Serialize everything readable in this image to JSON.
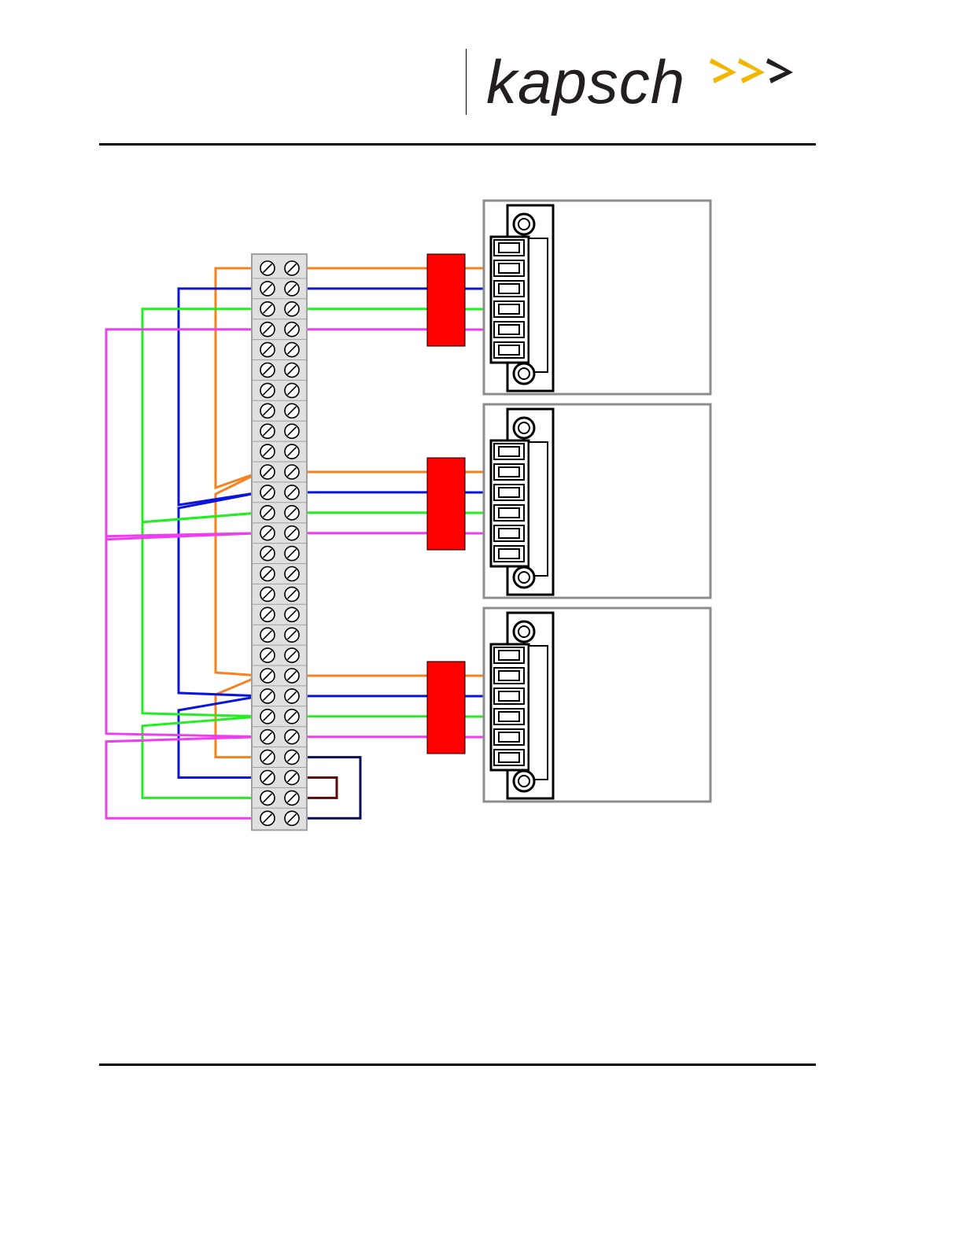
{
  "header": {
    "logo": {
      "text": "kapsch",
      "text_color": "#231f20",
      "chevrons": [
        {
          "icon": "chevron-right-icon",
          "color": "#f2b705"
        },
        {
          "icon": "chevron-right-icon",
          "color": "#f2b705"
        },
        {
          "icon": "chevron-right-icon",
          "color": "#231f20"
        }
      ]
    }
  },
  "diagram": {
    "terminal_block": {
      "terminal_rows": 28,
      "screws_per_row": 2,
      "fill": "#e0e0e0",
      "border": "#a0a0a0"
    },
    "wire_colors": {
      "orange": "#f5821f",
      "blue": "#0a14dc",
      "green": "#22ee22",
      "magenta": "#f03cf0",
      "dark_red": "#5a0a0a",
      "navy": "#0a0a50"
    },
    "connector_modules": [
      {
        "id": "module-1",
        "conductors": [
          "orange",
          "blue",
          "green",
          "magenta"
        ],
        "connector_pins": 6
      },
      {
        "id": "module-2",
        "conductors": [
          "orange",
          "blue",
          "green",
          "magenta"
        ],
        "connector_pins": 6
      },
      {
        "id": "module-3",
        "conductors": [
          "orange",
          "blue",
          "green",
          "magenta"
        ],
        "connector_pins": 6
      }
    ],
    "ferrite_color": "#ff0000",
    "panel_border": "#8c8c8c"
  }
}
